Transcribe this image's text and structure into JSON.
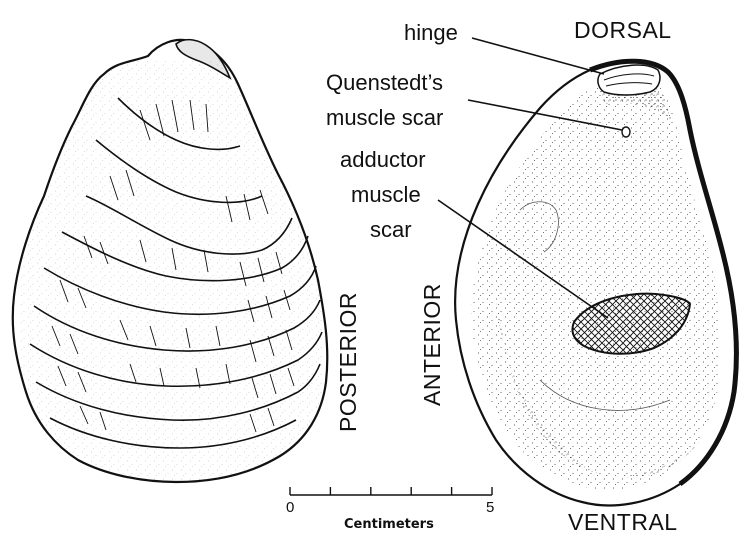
{
  "labels": {
    "hinge": "hinge",
    "quenstedt_line1": "Quenstedt’s",
    "quenstedt_line2": "muscle scar",
    "adductor_line1": "adductor",
    "adductor_line2": "muscle",
    "adductor_line3": "scar",
    "dorsal": "DORSAL",
    "ventral": "VENTRAL",
    "posterior": "POSTERIOR",
    "anterior": "ANTERIOR"
  },
  "scale_bar": {
    "start_label": "0",
    "end_label": "5",
    "unit_label": "Centimeters",
    "min": 0,
    "max": 5
  },
  "colors": {
    "ink": "#111111",
    "background": "#ffffff"
  }
}
